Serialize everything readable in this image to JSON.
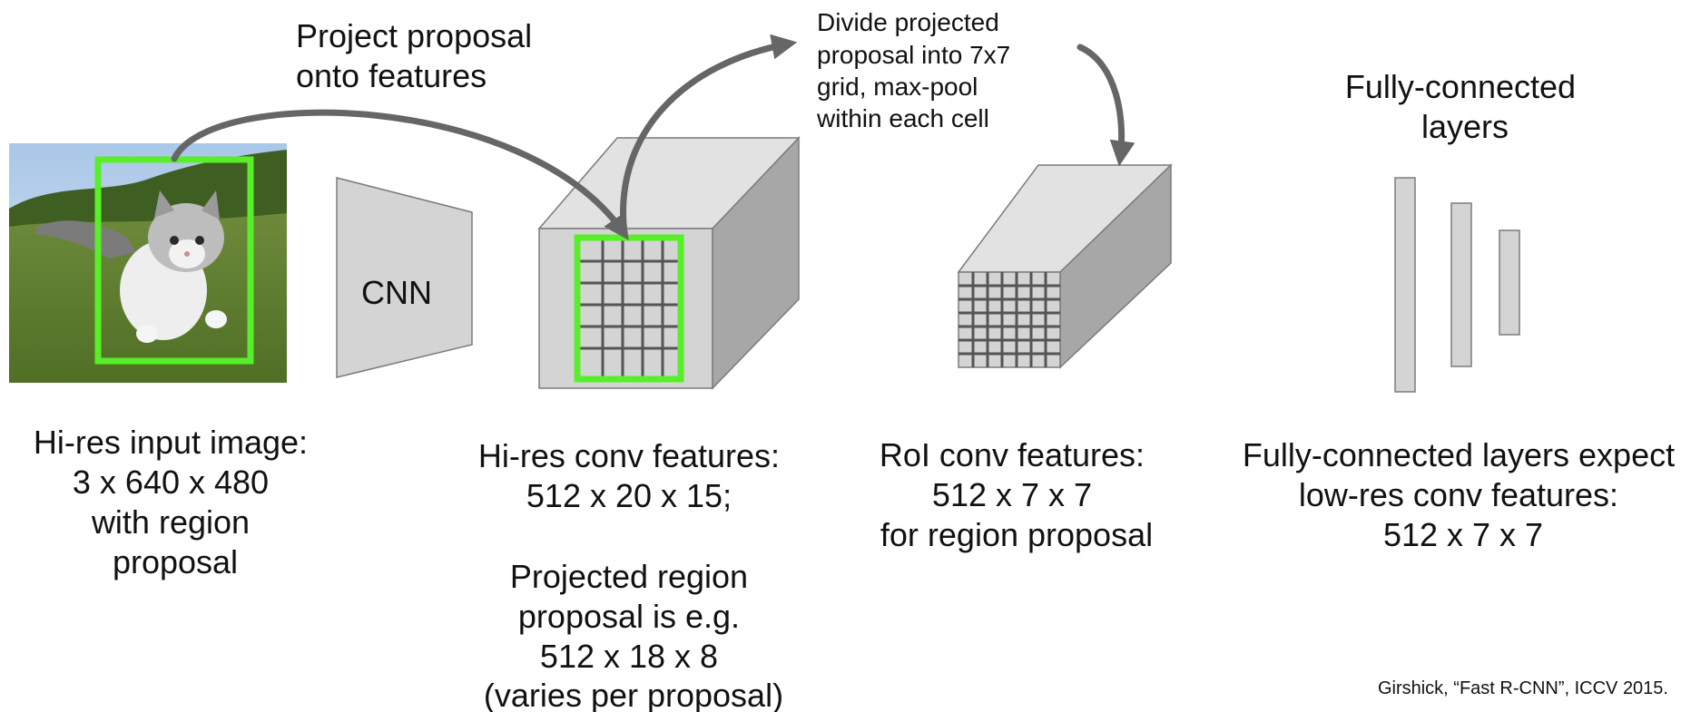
{
  "top_labels": {
    "project": [
      "Project proposal",
      "onto features"
    ],
    "divide": [
      "Divide projected",
      "proposal into 7x7",
      "grid, max-pool",
      "within each cell"
    ],
    "fc": [
      "Fully-connected",
      "layers"
    ]
  },
  "cnn_label": "CNN",
  "captions": {
    "input": [
      "Hi-res input image:",
      "3 x 640 x 480",
      "with region",
      "proposal"
    ],
    "conv": [
      "Hi-res conv features:",
      "512 x 20 x 15;",
      "",
      "Projected region",
      "proposal is e.g.",
      "512 x 18 x 8",
      "(varies per proposal)"
    ],
    "roi": [
      "RoI conv features:",
      "512 x 7 x 7",
      "for region proposal"
    ],
    "fc_expect": [
      "Fully-connected layers expect",
      "low-res conv features:",
      "512 x 7 x 7"
    ]
  },
  "citation": "Girshick, “Fast R-CNN”, ICCV 2015.",
  "colors": {
    "proposal_box": "#59ee2a",
    "block_front": "#d4d4d4",
    "block_top": "#e2e2e2",
    "block_side": "#a7a7a7",
    "arrow": "#666666",
    "grid": "#555555"
  },
  "image_icon": "kitten-photo"
}
